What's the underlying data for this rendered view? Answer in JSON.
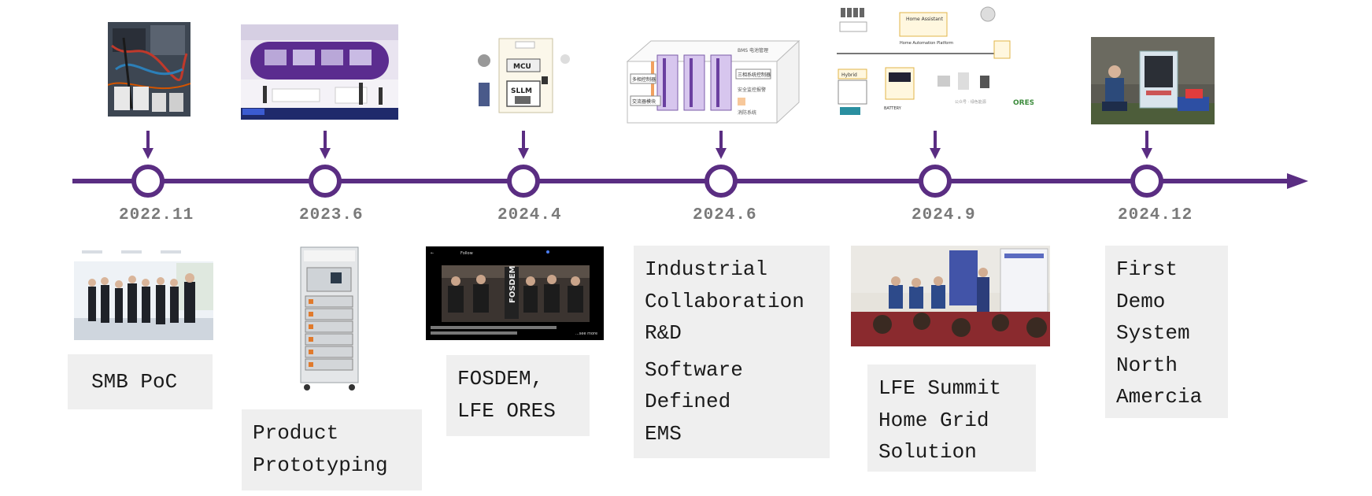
{
  "colors": {
    "timeline": "#5a2d82",
    "date_text": "#7a7a7a",
    "box_bg": "#efefef"
  },
  "milestones": [
    {
      "date": "2022.11",
      "labels": [
        "SMB PoC"
      ]
    },
    {
      "date": "2023.6",
      "labels": [
        "Product",
        "Prototyping"
      ]
    },
    {
      "date": "2024.4",
      "labels": [
        "FOSDEM,",
        "LFE ORES"
      ]
    },
    {
      "date": "2024.6",
      "labels": [
        "Industrial",
        "Collaboration",
        "R&D",
        "Software",
        "Defined",
        "EMS"
      ]
    },
    {
      "date": "2024.9",
      "labels": [
        "LFE Summit",
        "Home Grid",
        "Solution"
      ]
    },
    {
      "date": "2024.12",
      "labels": [
        "First",
        "Demo",
        "System",
        "North",
        "Amercia"
      ]
    }
  ],
  "images": {
    "ems_diagram": {
      "labels": [
        "MCU",
        "SLLM"
      ]
    },
    "industrial_diagram": {
      "labels": [
        "BMS 电池管理",
        "三相系统控制器",
        "多相控制器",
        "交流器模块",
        "安全监控报警",
        "消防系统"
      ]
    },
    "home_grid_diagram": {
      "labels": [
        "Home Assistant",
        "Home Automation Platform",
        "Hybrid",
        "BATTERY",
        "ORES",
        "公众号 · 绿色能源"
      ]
    },
    "fosdem_photo": {
      "labels": [
        "Follow",
        "FOSDEM",
        "...see more"
      ]
    }
  }
}
